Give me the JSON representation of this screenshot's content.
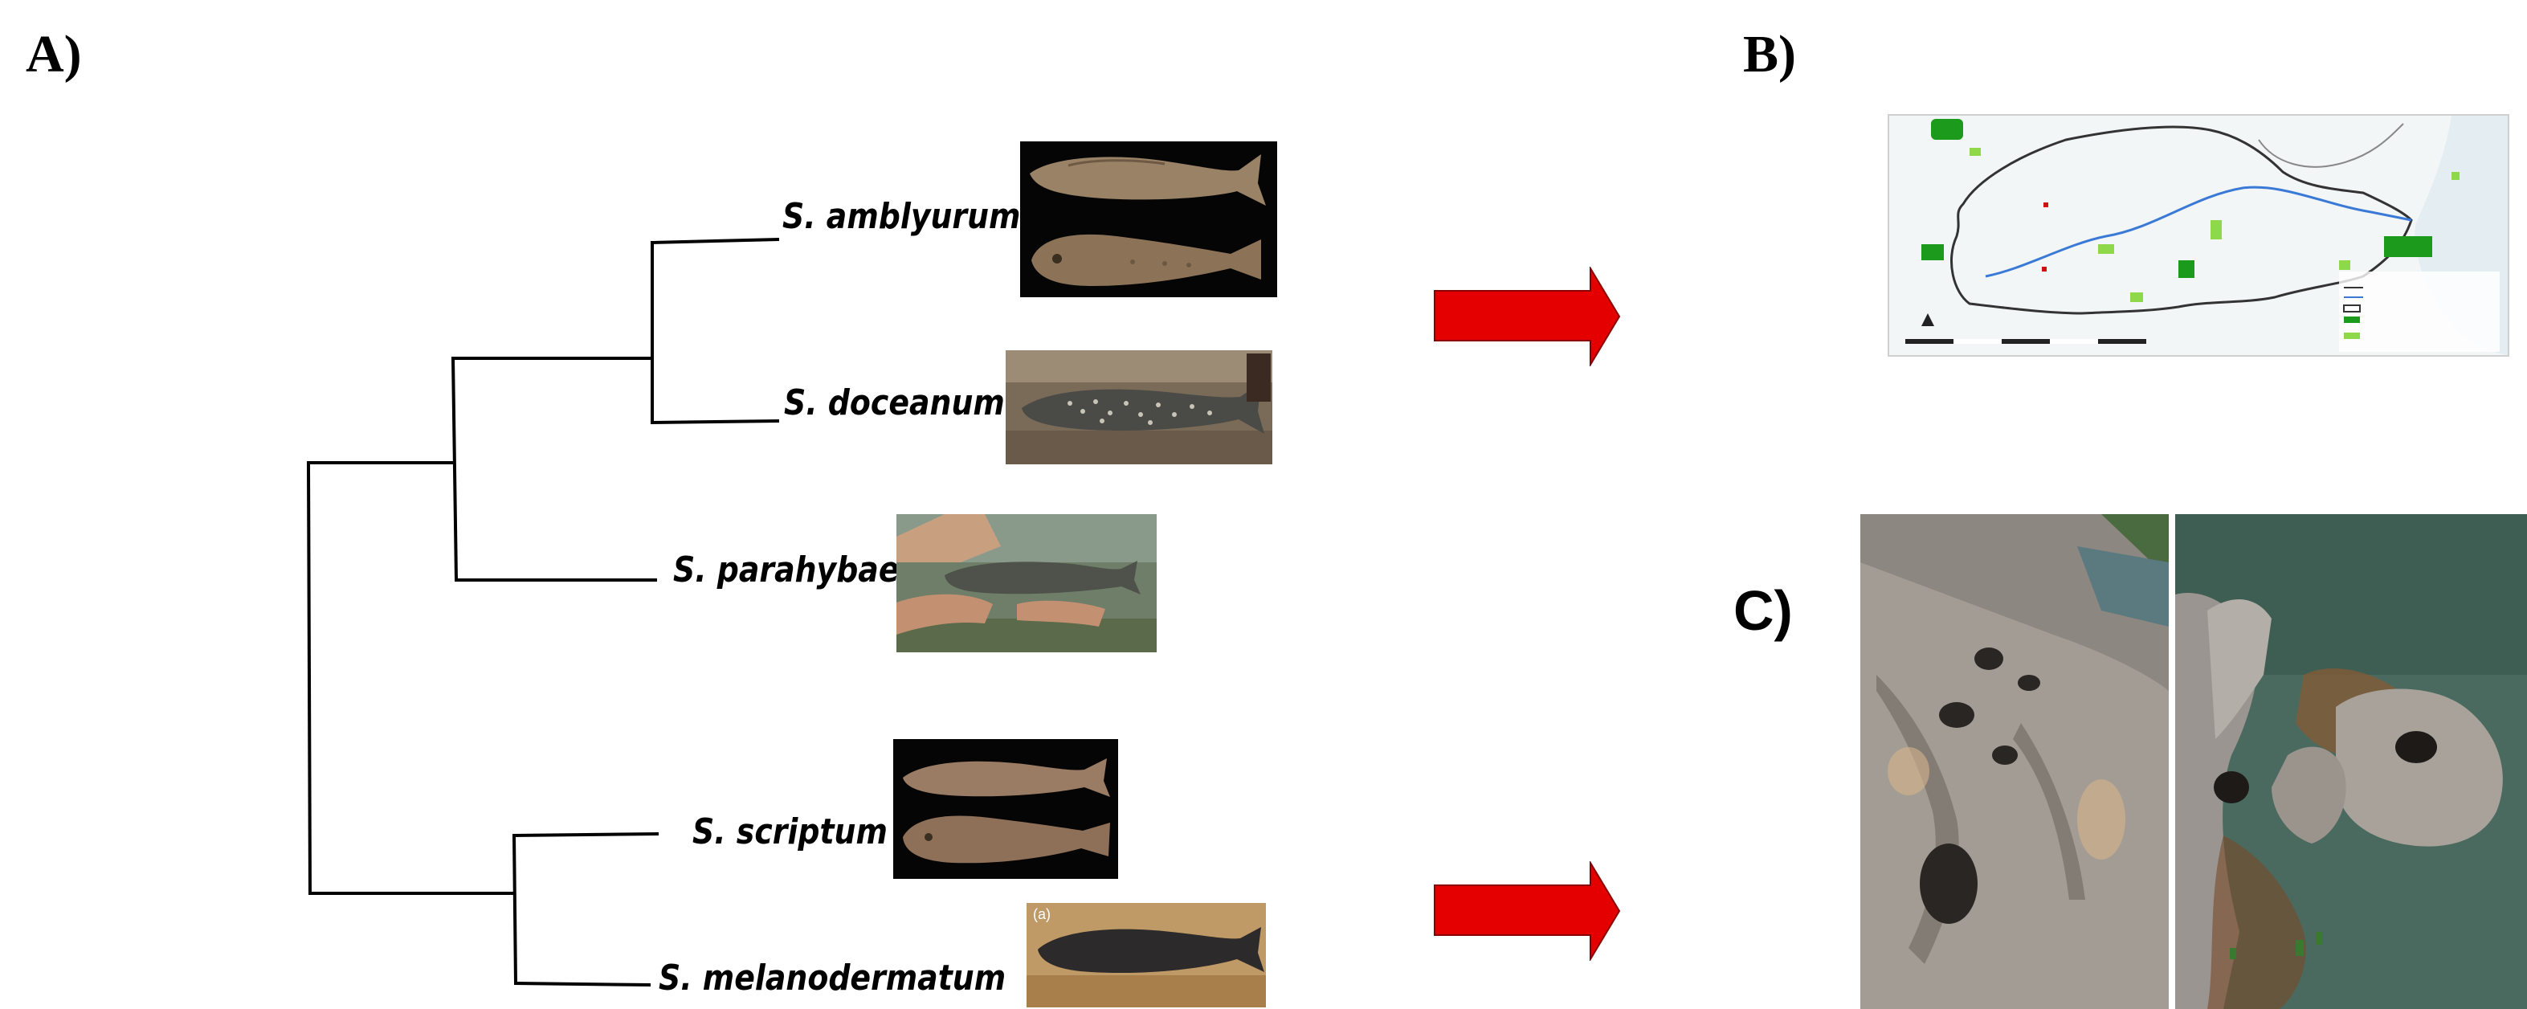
{
  "panels": {
    "a_label": "A)",
    "b_label": "B)",
    "c_label": "C)"
  },
  "tree": {
    "species": [
      "S. amblyurum",
      "S. doceanum",
      "S. parahybae",
      "S. scriptum",
      "S. melanodermatum"
    ]
  },
  "photos": {
    "melanodermatum_inset_label": "(a)"
  },
  "colors": {
    "arrow": "#e50000",
    "tree_line": "#000000",
    "map_land_green": "#1c9a1c",
    "rock": "#9a9590",
    "water": "#4a6a60"
  },
  "icons": [
    "right-arrow-icon",
    "right-arrow-icon"
  ]
}
